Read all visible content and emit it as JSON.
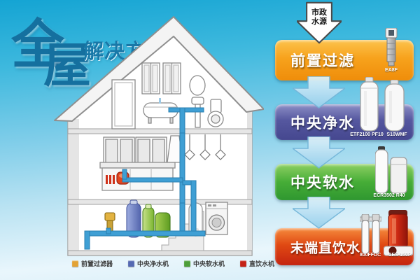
{
  "title": {
    "char1": "全",
    "char2": "屋",
    "sub": "解决方案"
  },
  "source_arrow": {
    "label": "市政水源"
  },
  "flow_steps": [
    {
      "label": "前置过滤",
      "color": "#f7a21c",
      "products": [
        {
          "model": "EA8F"
        }
      ]
    },
    {
      "label": "中央净水",
      "color": "#55579f",
      "products": [
        {
          "model": "ETF2100 PF10"
        },
        {
          "model": "S10WMF"
        }
      ]
    },
    {
      "label": "中央软水",
      "color": "#46ad37",
      "products": [
        {
          "model": "ECR3502 R40"
        }
      ]
    },
    {
      "label": "末端直饮水",
      "color": "#e04913",
      "products": [
        {
          "model": "800FFDC"
        },
        {
          "model": "CES-150P"
        }
      ]
    }
  ],
  "legend": {
    "items": [
      {
        "label": "前置过滤器",
        "color": "#e2a235"
      },
      {
        "label": "中央净水机",
        "color": "#5569b2"
      },
      {
        "label": "中央软水机",
        "color": "#4d9e3a"
      },
      {
        "label": "直饮水机",
        "color": "#c42216"
      }
    ]
  },
  "palette": {
    "background_top": "#14a4d3",
    "background_bottom": "#d4ecf7",
    "title_blue": "#15709f",
    "pipe_blue": "#3f9fd4",
    "water_arrow_blue": "#bfe4f4"
  }
}
